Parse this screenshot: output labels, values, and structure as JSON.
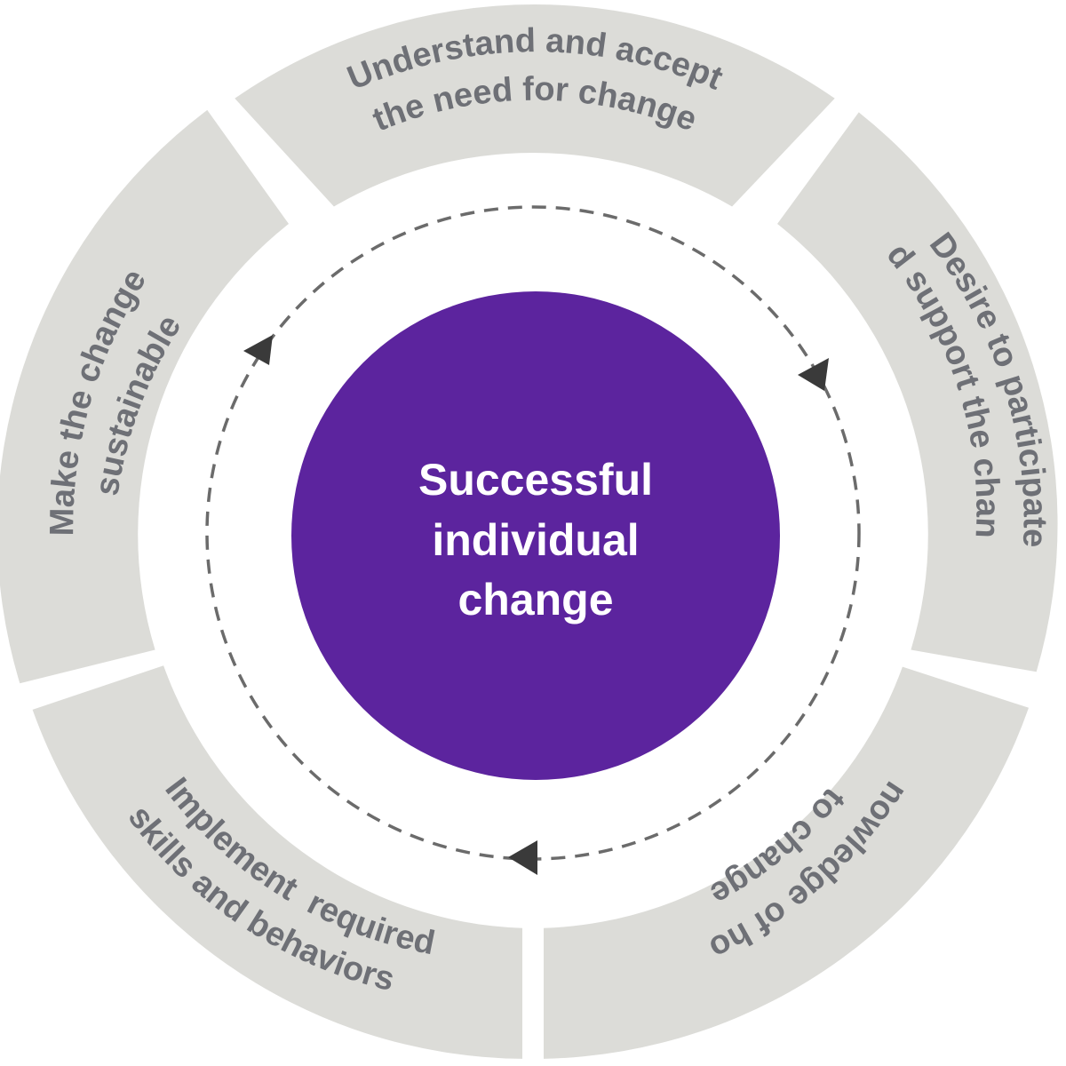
{
  "center": {
    "lines": [
      "Successful",
      "individual",
      "change"
    ]
  },
  "segments": [
    {
      "lines": [
        "Understand and accept",
        "the need for change"
      ]
    },
    {
      "lines": [
        "Desire to participate",
        "and support the change"
      ]
    },
    {
      "lines": [
        "Knowledge of how",
        "to change"
      ]
    },
    {
      "lines": [
        "Implement  required",
        "skills and behaviors"
      ]
    },
    {
      "lines": [
        "Make the change",
        "sustainable"
      ]
    }
  ],
  "colors": {
    "segment_fill": "#dcdcd8",
    "segment_text": "#6e7076",
    "center_fill": "#5c249e",
    "center_text": "#ffffff",
    "cycle_line": "#6b6b6b",
    "arrowhead": "#3a3a3a"
  }
}
